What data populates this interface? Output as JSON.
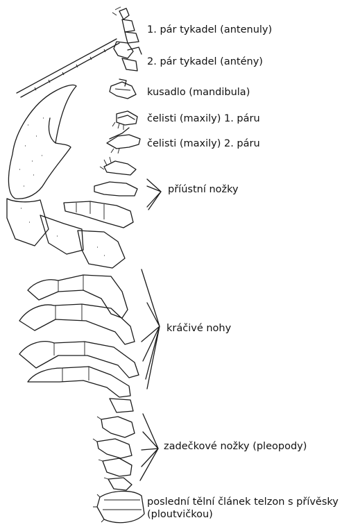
{
  "labels": {
    "antennule": "1. pár tykadel (antenuly)",
    "antenna": "2. pár tykadel (antény)",
    "mandible": "kusadlo (mandibula)",
    "maxilla1": "čelisti (maxily) 1. páru",
    "maxilla2": "čelisti (maxily) 2. páru",
    "maxillipeds": "příústní nožky",
    "walking_legs": "kráčivé nohy",
    "pleopods": "zadečkové nožky (pleopody)",
    "telson": "poslední tělní článek telzon s přívěsky (ploutvičkou)"
  }
}
